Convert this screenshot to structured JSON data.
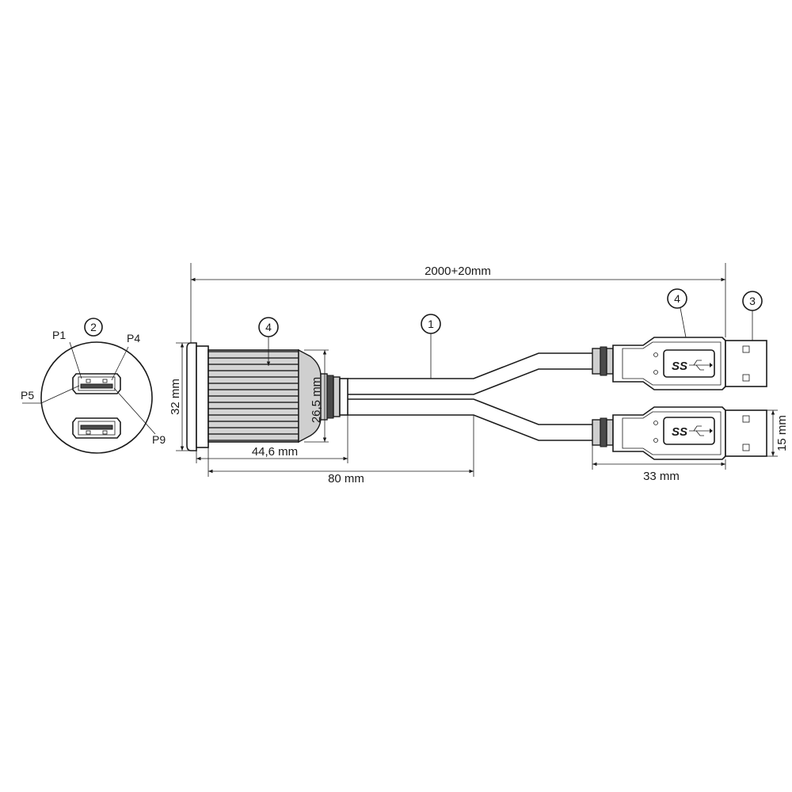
{
  "dimensions": {
    "total_length": "2000+20mm",
    "flange_diameter": "32 mm",
    "thread_diameter": "26,5 mm",
    "housing_length": "44,6 mm",
    "split_length": "80 mm",
    "plug_length": "33 mm",
    "plug_height": "15 mm"
  },
  "callouts": {
    "cable": "1",
    "front_view": "2",
    "usb_plug": "3",
    "housing": "4",
    "plug_body": "4"
  },
  "pins": {
    "p1": "P1",
    "p4": "P4",
    "p5": "P5",
    "p9": "P9"
  },
  "logo_text": "SS"
}
